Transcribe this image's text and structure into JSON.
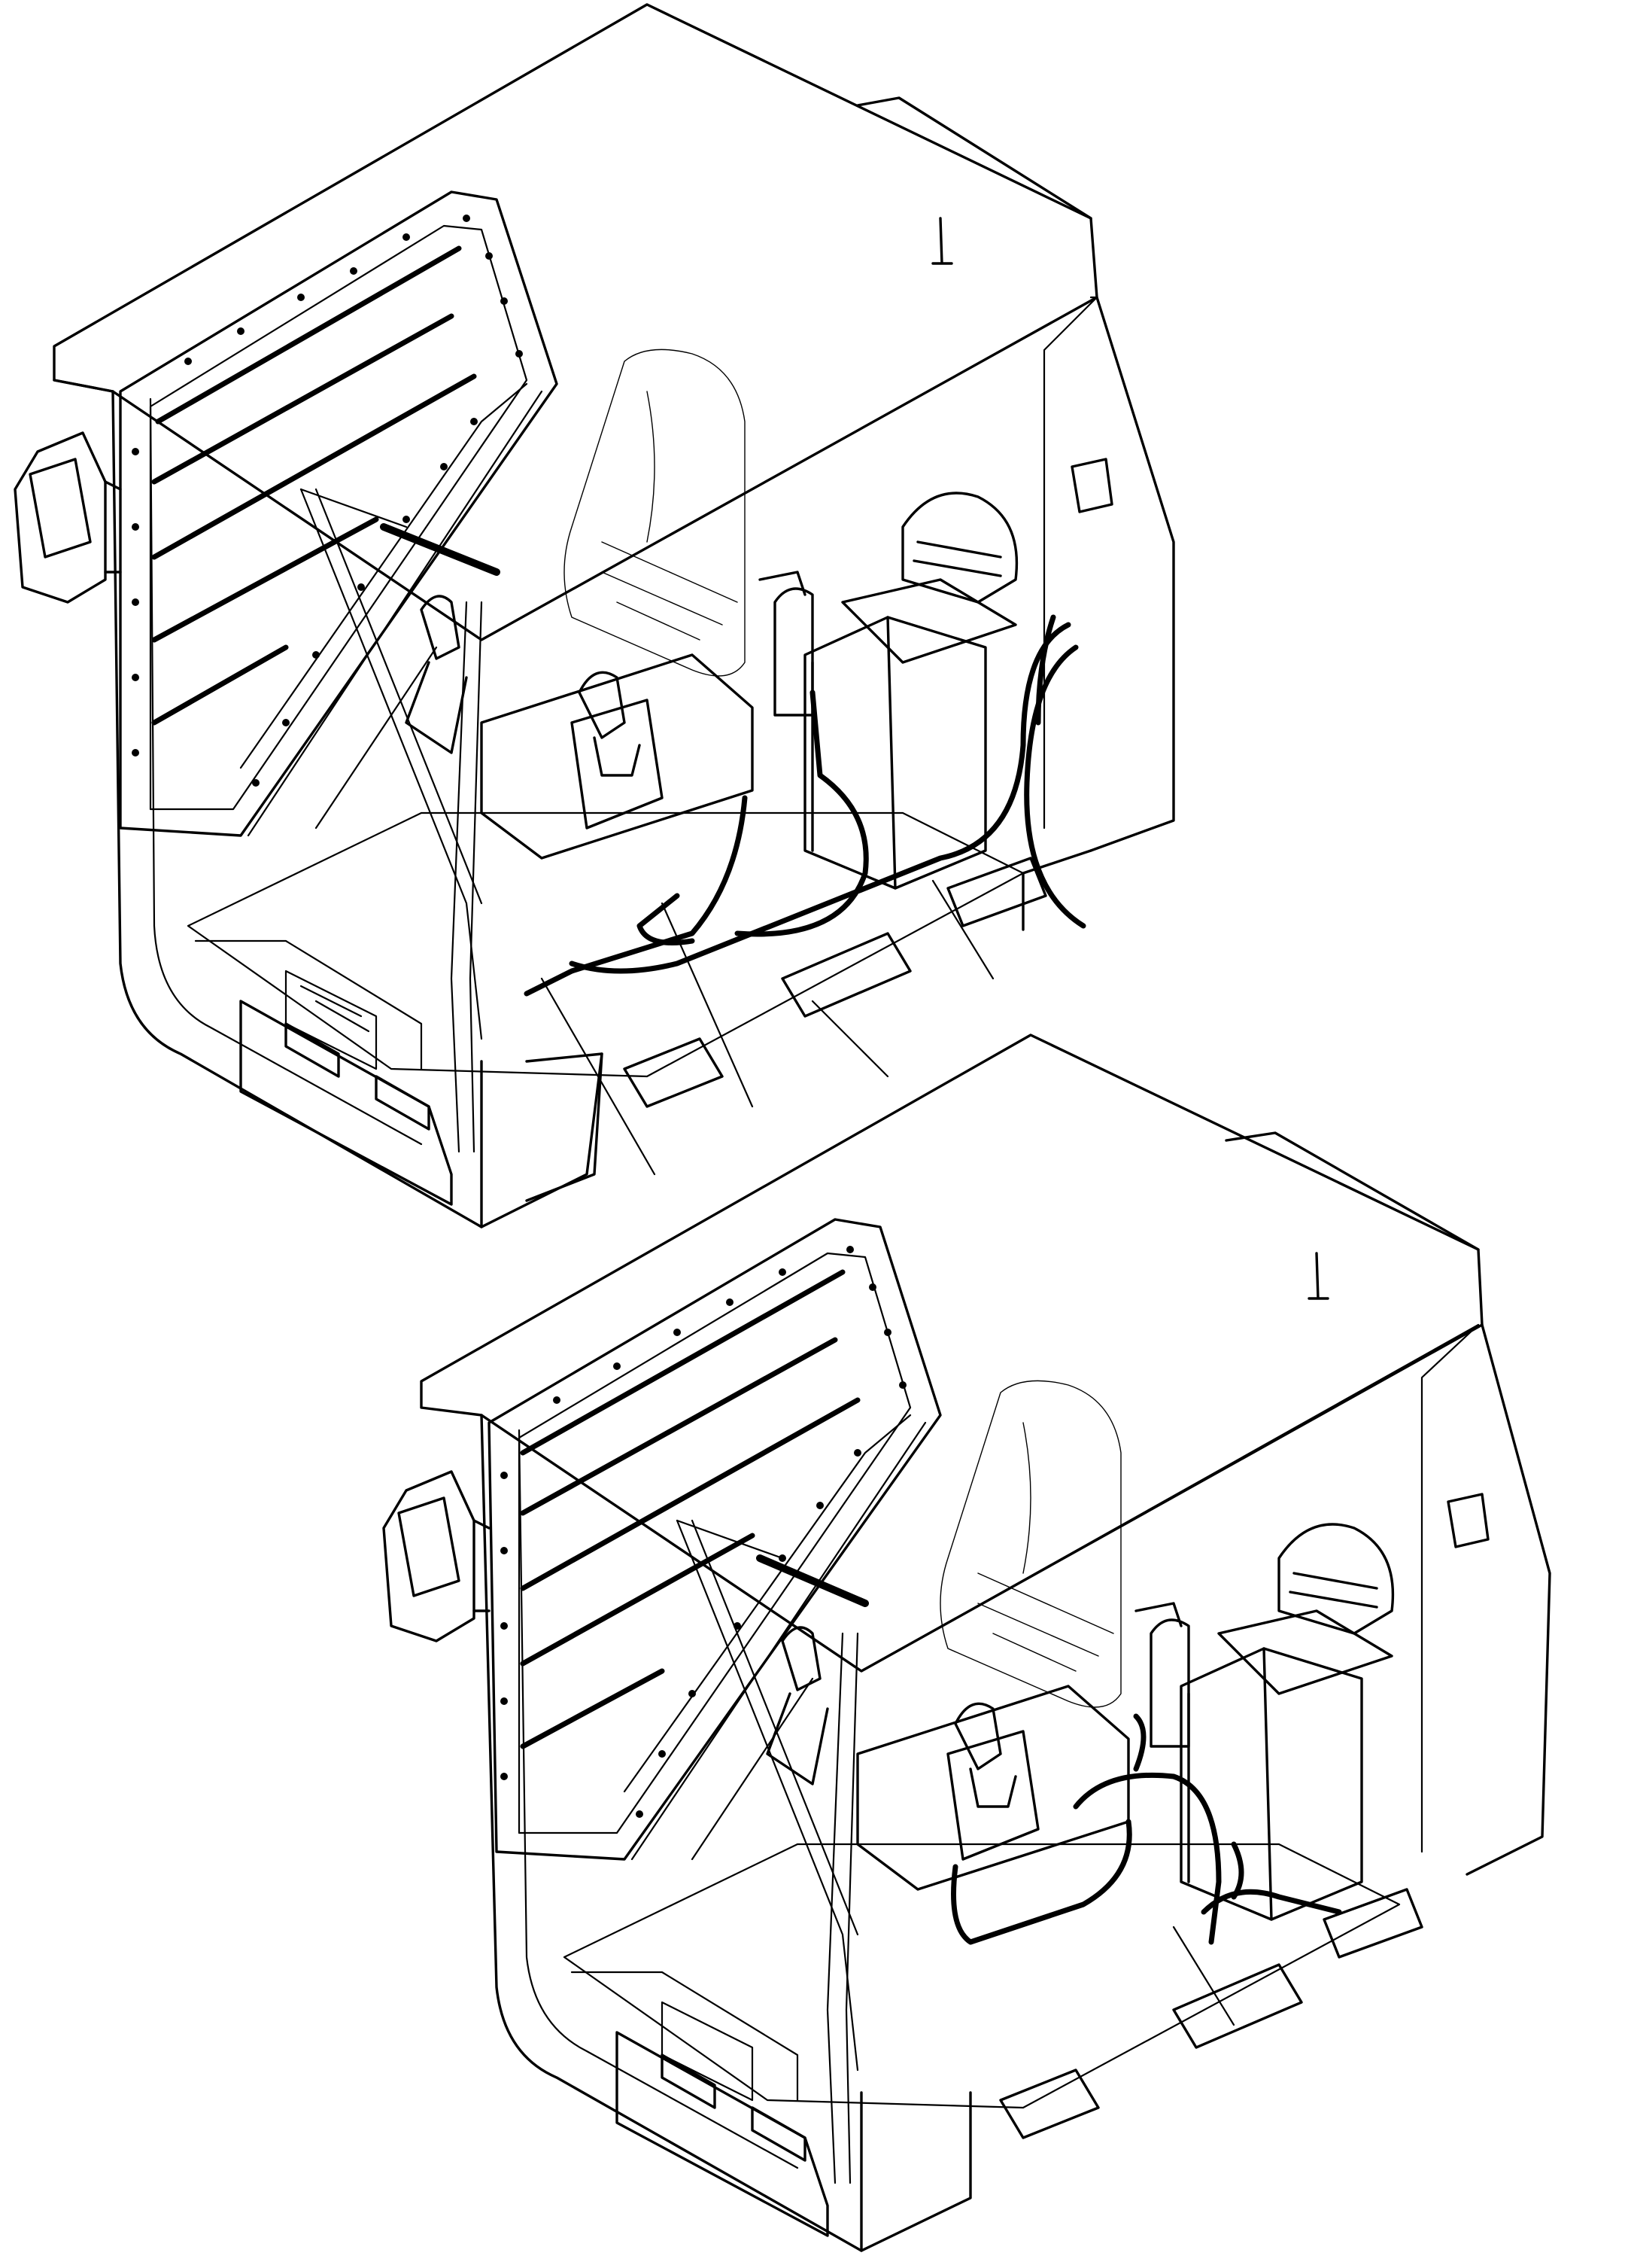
{
  "figure": {
    "views": [
      {
        "id": "upper",
        "desc_name": "cab-assembly-upper-view"
      },
      {
        "id": "lower",
        "desc_name": "cab-assembly-lower-view"
      }
    ],
    "line_color": "#000000",
    "background": "#ffffff"
  }
}
